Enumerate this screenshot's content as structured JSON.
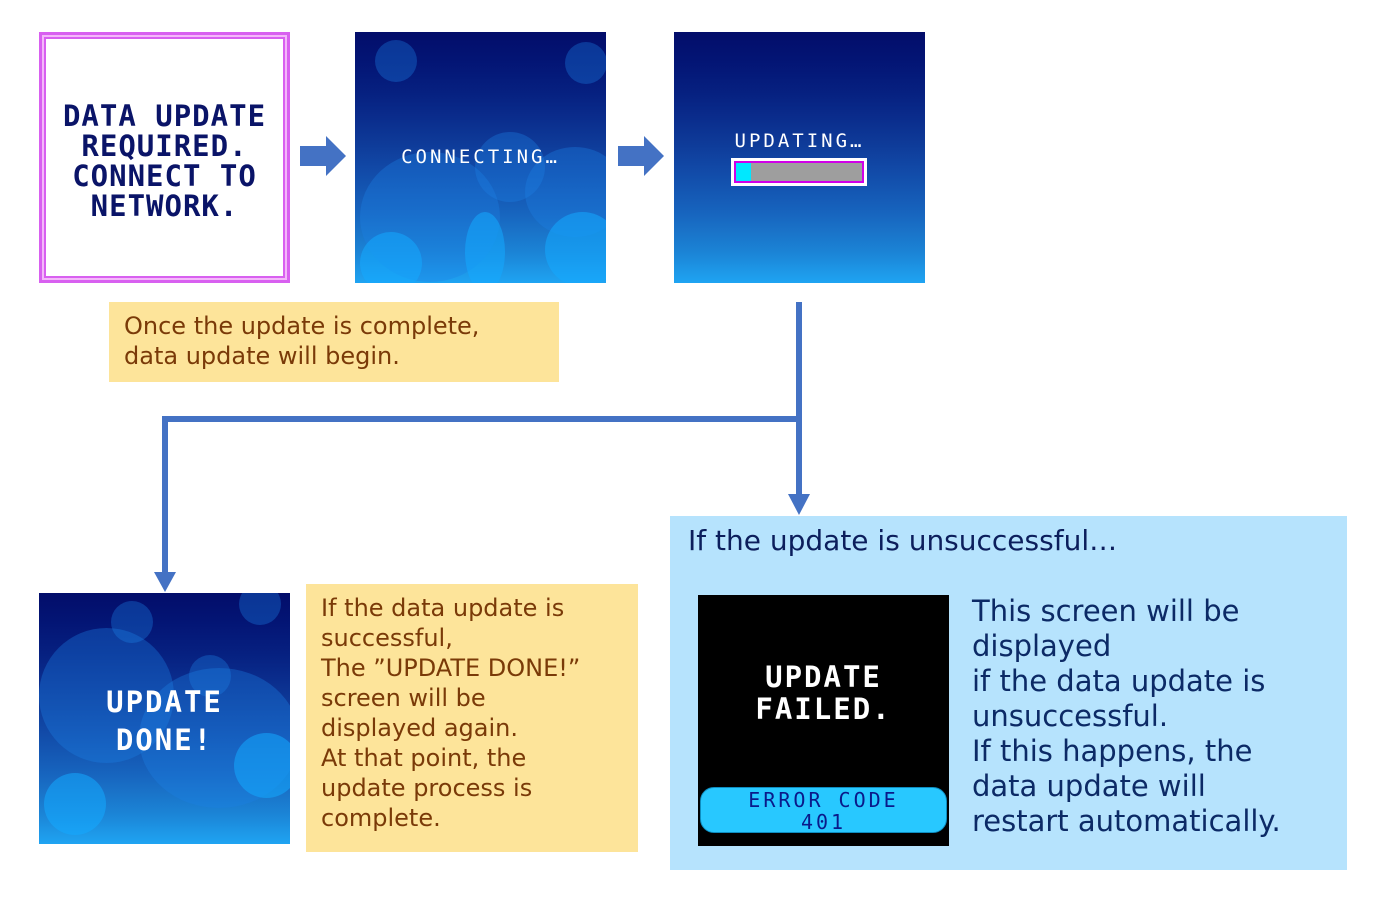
{
  "colors": {
    "connector": "#4472c4",
    "note_yellow": "#fde49a",
    "note_text": "#7a3a08",
    "fail_panel": "#b6e3fd",
    "fail_text": "#0c2a66",
    "progress_fill": "#00e8ff",
    "progress_track": "#9e9e9e",
    "progress_border": "#d000e8"
  },
  "screens": {
    "required": {
      "text": "DATA UPDATE\nREQUIRED.\nCONNECT TO\nNETWORK."
    },
    "connecting": {
      "text": "CONNECTING…"
    },
    "updating": {
      "text": "UPDATING…",
      "progress_fraction": 0.12
    },
    "done": {
      "text": "UPDATE\nDONE!"
    },
    "failed": {
      "text": "UPDATE\nFAILED.",
      "error_label": "ERROR CODE",
      "error_code": "401"
    }
  },
  "icons": {
    "arrow_1": "right-arrow-icon",
    "arrow_2": "right-arrow-icon",
    "connector": "down-arrow-icon"
  },
  "notes": {
    "begin": "Once the update is complete,\ndata update will begin.",
    "success": "If the data update is\nsuccessful,\nThe ”UPDATE DONE!”\nscreen will be\ndisplayed again.\nAt that point, the\nupdate process is\ncomplete."
  },
  "failure": {
    "heading": "If the update is unsuccessful…",
    "description": "This screen will be\ndisplayed\nif the data update is\nunsuccessful.\nIf this happens, the\ndata update will\nrestart automatically."
  }
}
